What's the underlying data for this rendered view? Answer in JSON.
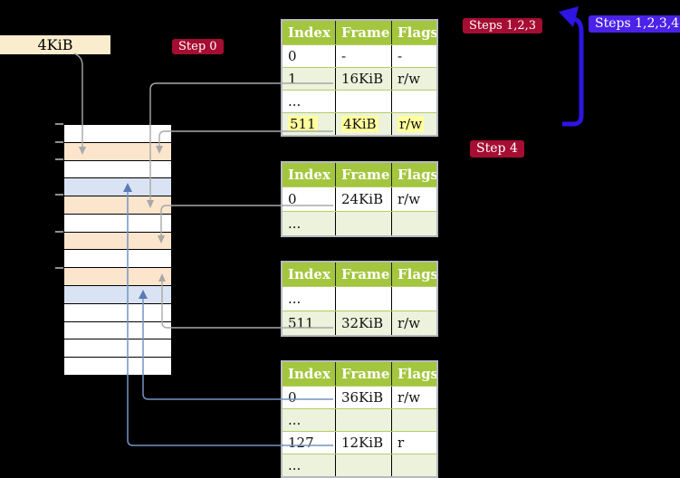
{
  "labels": {
    "frame_size": "4KiB",
    "step0": "Step 0",
    "steps123": "Steps 1,2,3",
    "steps1234": "Steps 1,2,3,4",
    "step4": "Step 4"
  },
  "colors": {
    "background": "#000000",
    "table_header_green": "#a4c63f",
    "table_row_green": "#ecf2db",
    "memory_pagetable_peach": "#fce5cd",
    "memory_page_blue": "#dae3f3",
    "badge_red": "#a50d32",
    "badge_violet": "#4b22e8",
    "frame_size_label_wheat": "#faedcd",
    "highlight_yellow": "#ffff9e",
    "loop_arrow_blue": "#2d15e3",
    "connector_gray": "#a8a8a8",
    "connector_blue": "#7394c4"
  },
  "tables": [
    {
      "id": "page-table-level-4",
      "headers": [
        "Index",
        "Frame",
        "Flags"
      ],
      "rows": [
        {
          "cells": [
            "0",
            "-",
            "-"
          ],
          "shade": false,
          "highlight": false
        },
        {
          "cells": [
            "1",
            "16KiB",
            "r/w"
          ],
          "shade": true,
          "highlight": false
        },
        {
          "cells": [
            "...",
            "",
            ""
          ],
          "shade": false,
          "highlight": false
        },
        {
          "cells": [
            "511",
            "4KiB",
            "r/w"
          ],
          "shade": true,
          "highlight": true
        }
      ]
    },
    {
      "id": "page-table-level-3",
      "headers": [
        "Index",
        "Frame",
        "Flags"
      ],
      "rows": [
        {
          "cells": [
            "0",
            "24KiB",
            "r/w"
          ],
          "shade": false,
          "highlight": false
        },
        {
          "cells": [
            "...",
            "",
            ""
          ],
          "shade": true,
          "highlight": false
        }
      ]
    },
    {
      "id": "page-table-level-2",
      "headers": [
        "Index",
        "Frame",
        "Flags"
      ],
      "rows": [
        {
          "cells": [
            "...",
            "",
            ""
          ],
          "shade": false,
          "highlight": false
        },
        {
          "cells": [
            "511",
            "32KiB",
            "r/w"
          ],
          "shade": true,
          "highlight": false
        }
      ]
    },
    {
      "id": "page-table-level-1",
      "headers": [
        "Index",
        "Frame",
        "Flags"
      ],
      "rows": [
        {
          "cells": [
            "0",
            "36KiB",
            "r/w"
          ],
          "shade": false,
          "highlight": false
        },
        {
          "cells": [
            "...",
            "",
            ""
          ],
          "shade": true,
          "highlight": false
        },
        {
          "cells": [
            "127",
            "12KiB",
            "r"
          ],
          "shade": false,
          "highlight": false
        },
        {
          "cells": [
            "...",
            "",
            ""
          ],
          "shade": true,
          "highlight": false
        }
      ]
    }
  ],
  "memory": {
    "rows": [
      {
        "type": "free"
      },
      {
        "type": "pagetable"
      },
      {
        "type": "free"
      },
      {
        "type": "page"
      },
      {
        "type": "pagetable"
      },
      {
        "type": "free"
      },
      {
        "type": "pagetable"
      },
      {
        "type": "free"
      },
      {
        "type": "pagetable"
      },
      {
        "type": "page"
      },
      {
        "type": "free"
      },
      {
        "type": "free"
      },
      {
        "type": "free"
      },
      {
        "type": "free"
      }
    ],
    "tick_ys": [
      137,
      157,
      176,
      215,
      256,
      296
    ]
  }
}
